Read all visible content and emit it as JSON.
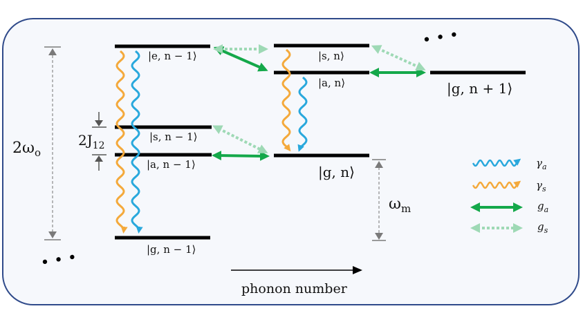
{
  "colors": {
    "frame_stroke": "#2f4a8a",
    "frame_fill": "#f6f8fc",
    "level": "#000000",
    "gamma_a": "#29a8dc",
    "gamma_s": "#f4a93b",
    "g_a": "#14a84a",
    "g_s": "#9ed9b5",
    "dim_line": "#8a8a8a"
  },
  "levels": {
    "e_n_minus_1": "|e, n − 1⟩",
    "s_n_minus_1": "|s, n − 1⟩",
    "a_n_minus_1": "|a, n − 1⟩",
    "g_n_minus_1": "|g, n − 1⟩",
    "s_n": "|s, n⟩",
    "a_n": "|a, n⟩",
    "g_n": "|g, n⟩",
    "g_n_plus_1": "|g, n + 1⟩"
  },
  "dimensions": {
    "omega_o": "2ω",
    "omega_o_sub": "o",
    "j12": "2J",
    "j12_sub": "12",
    "omega_m": "ω",
    "omega_m_sub": "m"
  },
  "axis": {
    "label": "phonon number"
  },
  "legend": [
    {
      "symbol": "γ",
      "sub": "a",
      "style": "wavy",
      "color_key": "gamma_a"
    },
    {
      "symbol": "γ",
      "sub": "s",
      "style": "wavy",
      "color_key": "gamma_s"
    },
    {
      "symbol": "g",
      "sub": "a",
      "style": "solid-double-arrow",
      "color_key": "g_a"
    },
    {
      "symbol": "g",
      "sub": "s",
      "style": "dotted-double-arrow",
      "color_key": "g_s"
    }
  ],
  "ellipsis": "• • •"
}
